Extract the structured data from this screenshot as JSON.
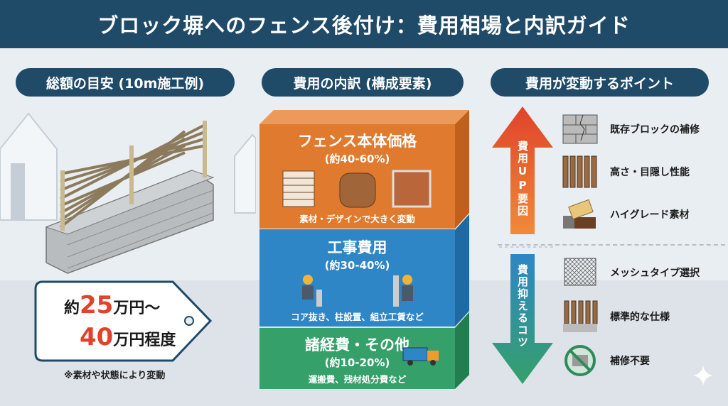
{
  "title": "ブロック塀へのフェンス後付け：費用相場と内訳ガイド",
  "sections": {
    "total": "総額の目安 (10m施工例)",
    "breakdown": "費用の内訳 (構成要素)",
    "points": "費用が変動するポイント"
  },
  "price": {
    "prefix": "約",
    "low": "25",
    "mid": "万円〜",
    "high": "40",
    "suffix": "万円程度",
    "note": "※素材や状態により変動",
    "accent": "#e0432a"
  },
  "breakdown": [
    {
      "name": "フェンス本体価格",
      "pct": "(約40-60%)",
      "detail": "素材・デザインで大きく変動",
      "color": "#e07a2e"
    },
    {
      "name": "工事費用",
      "pct": "(約30-40%)",
      "detail": "コア抜き、柱設置、組立工賃など",
      "color": "#2f86c6"
    },
    {
      "name": "諸経費・その他",
      "pct": "(約10-20%)",
      "detail": "運搬費、残材処分費など",
      "color": "#35a06a"
    }
  ],
  "up": {
    "label": "費用UP要因",
    "items": [
      "既存ブロックの補修",
      "高さ・目隠し性能",
      "ハイグレード素材"
    ]
  },
  "down": {
    "label": "費用抑えるコツ",
    "items": [
      "メッシュタイプ選択",
      "標準的な仕様",
      "補修不要"
    ]
  }
}
